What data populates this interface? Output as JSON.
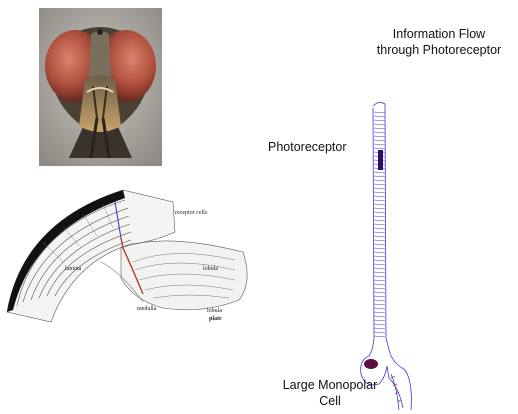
{
  "title": {
    "line1": "Information Flow",
    "line2": "through Photoreceptor"
  },
  "labels": {
    "photoreceptor": "Photoreceptor",
    "lmc_line1": "Large Monopolar",
    "lmc_line2": "Cell"
  },
  "eye_diagram": {
    "receptor_cells": "receptor cells",
    "lamina": "lamina",
    "medulla": "medulla",
    "lobula": "lobula",
    "lobula_plate_line1": "lobula",
    "lobula_plate_line2": "plate"
  },
  "colors": {
    "cell_outline": "#3b3bd8",
    "cell_dark": "#2a0f66",
    "lmc_body": "#5a1040",
    "lamina_black": "#111111",
    "pathway_red": "#c0392b",
    "pathway_blue": "#3344cc"
  }
}
